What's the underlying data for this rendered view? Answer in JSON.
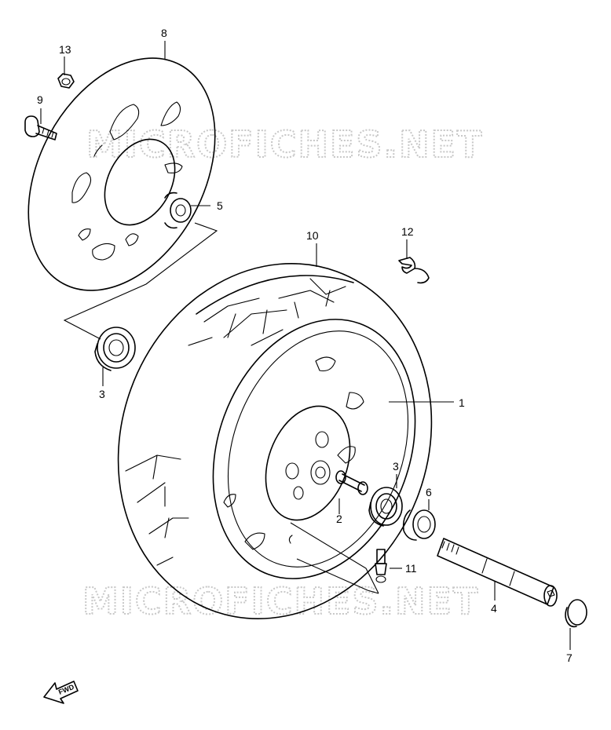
{
  "watermark": "MICROFICHES.NET",
  "fwd_label": "FWD",
  "callouts": {
    "p1": "1",
    "p2": "2",
    "p3a": "3",
    "p3b": "3",
    "p4": "4",
    "p5": "5",
    "p6": "6",
    "p7": "7",
    "p8": "8",
    "p9": "9",
    "p10": "10",
    "p11": "11",
    "p12": "12",
    "p13": "13"
  }
}
